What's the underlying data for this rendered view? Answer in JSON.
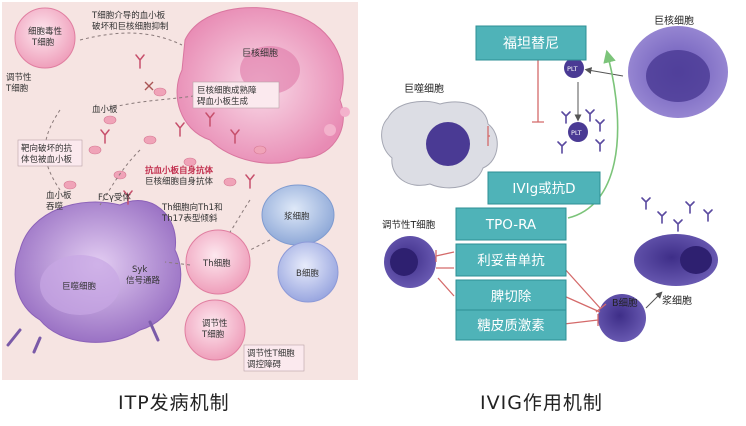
{
  "left": {
    "labels": {
      "cytotoxic_t": [
        "细胞毒性",
        "T细胞"
      ],
      "t_mediated": [
        "T细胞介导的血小板",
        "破坏和巨核细胞抑制"
      ],
      "megakaryocyte": "巨核细胞",
      "treg_left": [
        "调节性",
        "T细胞"
      ],
      "mk_damage": [
        "巨核细胞成熟障",
        "碍血小板生成"
      ],
      "platelet": "血小板",
      "bound_plt": [
        "靶向破坏的抗",
        "体包被血小板"
      ],
      "anti_plt": "抗血小板自身抗体",
      "anti_mk": "巨核细胞自身抗体",
      "plt_phago": [
        "血小板",
        "吞噬"
      ],
      "fcr": "FCγ受体",
      "th_shift": [
        "Th细胞向Th1和",
        "Th17表型倾斜"
      ],
      "plasma": "浆细胞",
      "macrophage": "巨噬细胞",
      "syk": [
        "Syk",
        "信号通路"
      ],
      "th": "Th细胞",
      "b_cell": "B细胞",
      "treg_bottom": [
        "调节性",
        "T细胞"
      ],
      "treg_dys": [
        "调节性T细胞",
        "调控障碍"
      ]
    }
  },
  "right": {
    "boxes": {
      "fostamatinib": "福坦替尼",
      "ivig": "IVIg或抗D",
      "tpo": "TPO-RA",
      "rituximab": "利妥昔单抗",
      "splenectomy": "脾切除",
      "steroid": "糖皮质激素"
    },
    "labels": {
      "macrophage": "巨噬细胞",
      "megakaryocyte": "巨核细胞",
      "treg": "调节性T细胞",
      "plasma": "浆细胞",
      "b_cell": "B细胞",
      "plt1": "PLT",
      "plt2": "PLT"
    }
  },
  "captions": {
    "left": "ITP发病机制",
    "right": "IVIG作用机制"
  },
  "colors": {
    "teal_box": "#4fb3b8",
    "teal_border": "#2e8f94",
    "cell_purple": "#4a3a94",
    "inhibit_red": "#d46a6a",
    "green_arrow": "#7cc47a"
  }
}
